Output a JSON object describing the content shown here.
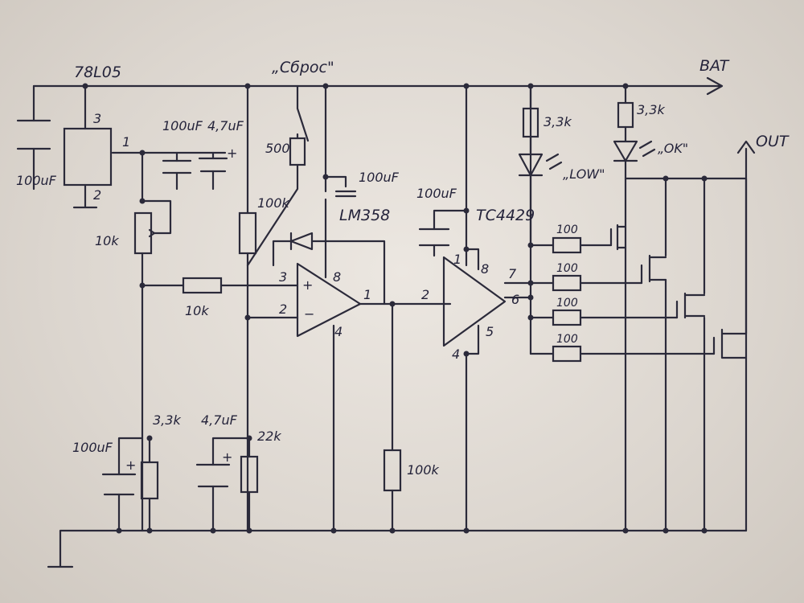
{
  "regulator": {
    "name": "78L05",
    "pin_in": "3",
    "pin_out": "1",
    "pin_gnd": "2"
  },
  "reset_label": "„Сброс\"",
  "bat_label": "BAT",
  "out_label": "OUT",
  "opamp": {
    "name": "LM358",
    "pin3": "3",
    "pin2": "2",
    "pin8": "8",
    "pin4": "4",
    "pin1": "1",
    "plus": "+",
    "minus": "−"
  },
  "driver": {
    "name": "TC4429",
    "pin1": "1",
    "pin8": "8",
    "pin2": "2",
    "pin7": "7",
    "pin6": "6",
    "pin4": "4",
    "pin5": "5"
  },
  "components": {
    "c_in": "100uF",
    "c_reg1": "100uF",
    "c_reg2": "4,7uF",
    "c_reg2_pol": "+",
    "r_pot": "10k",
    "r_in": "10k",
    "r_reset": "500",
    "r_pullup": "100k",
    "c_opamp": "100uF",
    "c_drv": "100uF",
    "r_low": "3,3k",
    "r_ok": "3,3k",
    "led_low": "„LOW\"",
    "led_ok": "„OK\"",
    "r_gate1": "100",
    "r_gate2": "100",
    "r_gate3": "100",
    "r_gate4": "100",
    "r_bot1": "3,3k",
    "c_bot1": "100uF",
    "c_bot1_pol": "+",
    "c_bot2": "4,7uF",
    "c_bot2_pol": "+",
    "r_bot2": "22k",
    "r_out": "100k"
  }
}
